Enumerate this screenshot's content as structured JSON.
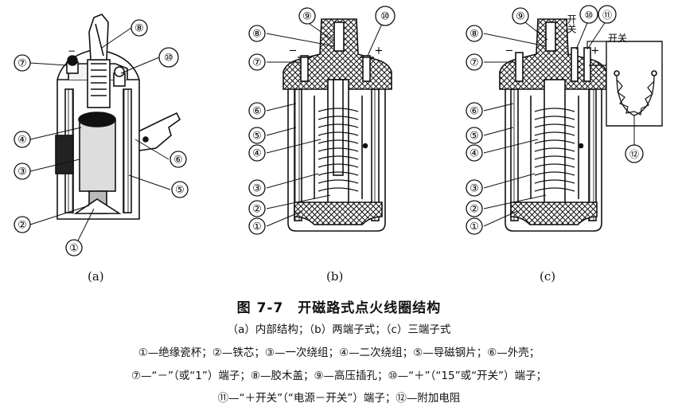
{
  "figure": {
    "subfigure_labels": [
      "(a)",
      "(b)",
      "(c)"
    ],
    "callouts": [
      "①",
      "②",
      "③",
      "④",
      "⑤",
      "⑥",
      "⑦",
      "⑧",
      "⑨",
      "⑩",
      "⑪",
      "⑫"
    ],
    "terminal_signs": {
      "minus": "−",
      "plus": "+"
    },
    "switch_label_vertical": "开关",
    "switch_label": "开关",
    "title": "图 7-7　开磁路式点火线圈结构",
    "subtitle": "（a）内部结构；（b）两端子式；（c）三端子式",
    "legend_lines": [
      "①—绝缘瓷杯；②—铁芯；③—一次绕组；④—二次绕组；⑤—导磁钢片；⑥—外壳；",
      "⑦—“－”（或“1”）端子；⑧—胶木盖；⑨—高压插孔；⑩—“＋”（“15”或“开关”）端子；",
      "⑪—“＋开关”（“电源－开关”）端子；⑫—附加电阻"
    ]
  }
}
